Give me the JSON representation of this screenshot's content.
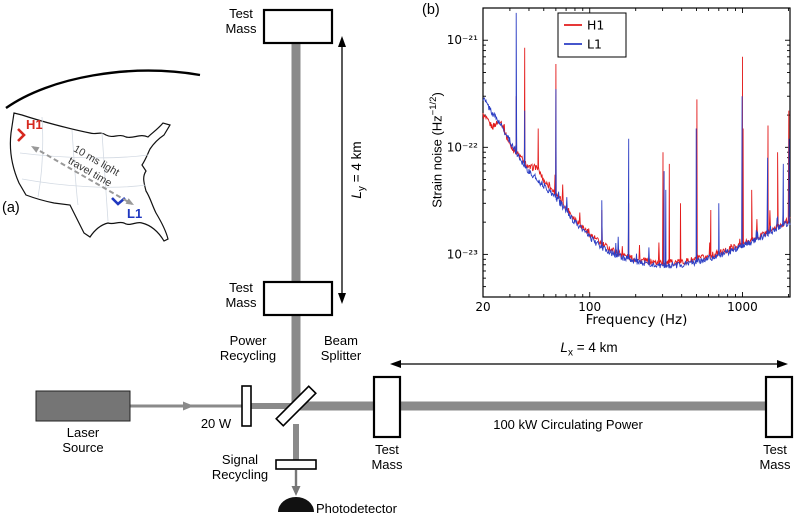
{
  "panel_a": {
    "label": "(a)",
    "h1": "H1",
    "l1": "L1",
    "travel_line1": "10 ms light",
    "travel_line2": "travel time",
    "h1_color": "#d6281e",
    "l1_color": "#2038c0"
  },
  "panel_b": {
    "label": "(b)"
  },
  "schematic": {
    "test_mass": "Test Mass",
    "laser_source": "Laser Source",
    "laser_power": "20 W",
    "power_recycling": "Power Recycling",
    "beam_splitter": "Beam Splitter",
    "signal_recycling": "Signal Recycling",
    "photodetector": "Photodetector",
    "circulating_power": "100 kW Circulating Power",
    "ly": {
      "sym": "L",
      "sub": "y",
      "rest": " = 4 km"
    },
    "lx": {
      "sym": "L",
      "sub": "x",
      "rest": " = 4 km"
    }
  },
  "chart_data": {
    "type": "line",
    "title": "",
    "xlabel": "Frequency (Hz)",
    "ylabel": "Strain noise (Hz^-1/2)",
    "ylabel_prefix": "Strain noise (Hz",
    "ylabel_sup": "−1/2",
    "ylabel_suffix": ")",
    "xscale": "log",
    "yscale": "log",
    "xlim": [
      20,
      2048
    ],
    "ylim": [
      4e-24,
      2e-21
    ],
    "grid": false,
    "legend_position": "top-center",
    "xticks": [
      {
        "value": 20,
        "label": "20"
      },
      {
        "value": 100,
        "label": "100"
      },
      {
        "value": 1000,
        "label": "1000"
      }
    ],
    "yticks": [
      {
        "value": 1e-21,
        "label": "10⁻²¹"
      },
      {
        "value": 1e-22,
        "label": "10⁻²²"
      },
      {
        "value": 1e-23,
        "label": "10⁻²³"
      }
    ],
    "series": [
      {
        "name": "H1",
        "color": "#e31b1b",
        "baseline": [
          [
            20,
            2e-22
          ],
          [
            23,
            1.55e-22
          ],
          [
            26,
            1.8e-22
          ],
          [
            30,
            1.05e-22
          ],
          [
            35,
            8.2e-23
          ],
          [
            40,
            6.4e-23
          ],
          [
            45,
            6.6e-23
          ],
          [
            50,
            4.9e-23
          ],
          [
            60,
            3.7e-23
          ],
          [
            70,
            2.75e-23
          ],
          [
            80,
            2.15e-23
          ],
          [
            90,
            1.8e-23
          ],
          [
            100,
            1.55e-23
          ],
          [
            120,
            1.25e-23
          ],
          [
            150,
            1.05e-23
          ],
          [
            180,
            9.4e-24
          ],
          [
            200,
            9e-24
          ],
          [
            250,
            8.5e-24
          ],
          [
            300,
            8.3e-24
          ],
          [
            400,
            8.5e-24
          ],
          [
            500,
            9e-24
          ],
          [
            600,
            9.6e-24
          ],
          [
            700,
            1.03e-23
          ],
          [
            800,
            1.1e-23
          ],
          [
            1000,
            1.25e-23
          ],
          [
            1200,
            1.4e-23
          ],
          [
            1500,
            1.65e-23
          ],
          [
            1800,
            1.9e-23
          ],
          [
            2048,
            2.1e-23
          ]
        ],
        "spikes": [
          [
            33,
            3e-22
          ],
          [
            37.5,
            8.5e-22
          ],
          [
            46,
            1.5e-22
          ],
          [
            60,
            6e-22
          ],
          [
            120,
            2.6e-23
          ],
          [
            180,
            3e-23
          ],
          [
            302,
            9e-23
          ],
          [
            332,
            7e-23
          ],
          [
            393,
            3e-23
          ],
          [
            503,
            2.8e-22
          ],
          [
            620,
            2.6e-23
          ],
          [
            1000,
            7e-22
          ],
          [
            1010,
            1.5e-22
          ],
          [
            1150,
            4e-23
          ],
          [
            1470,
            1.6e-22
          ],
          [
            1700,
            9e-23
          ],
          [
            2010,
            2.2e-22
          ]
        ]
      },
      {
        "name": "L1",
        "color": "#2c3ec4",
        "baseline": [
          [
            20,
            2.9e-22
          ],
          [
            23,
            2.1e-22
          ],
          [
            26,
            1.65e-22
          ],
          [
            30,
            1.15e-22
          ],
          [
            35,
            7.8e-23
          ],
          [
            40,
            5.9e-23
          ],
          [
            50,
            4.4e-23
          ],
          [
            60,
            3.4e-23
          ],
          [
            70,
            2.55e-23
          ],
          [
            80,
            2e-23
          ],
          [
            90,
            1.7e-23
          ],
          [
            100,
            1.45e-23
          ],
          [
            120,
            1.15e-23
          ],
          [
            150,
            9.8e-24
          ],
          [
            180,
            9e-24
          ],
          [
            200,
            8.6e-24
          ],
          [
            250,
            8e-24
          ],
          [
            300,
            7.8e-24
          ],
          [
            400,
            8e-24
          ],
          [
            500,
            8.5e-24
          ],
          [
            600,
            9.2e-24
          ],
          [
            700,
            9.8e-24
          ],
          [
            800,
            1.05e-23
          ],
          [
            1000,
            1.2e-23
          ],
          [
            1200,
            1.35e-23
          ],
          [
            1500,
            1.6e-23
          ],
          [
            1800,
            1.85e-23
          ],
          [
            2048,
            2e-23
          ]
        ],
        "spikes": [
          [
            33,
            1.8e-21
          ],
          [
            37.5,
            2.2e-22
          ],
          [
            60,
            3.5e-22
          ],
          [
            120,
            3.2e-23
          ],
          [
            180,
            1.2e-22
          ],
          [
            307,
            6e-23
          ],
          [
            315,
            4e-23
          ],
          [
            498,
            1.5e-22
          ],
          [
            700,
            3e-23
          ],
          [
            995,
            3e-22
          ],
          [
            1460,
            8e-23
          ],
          [
            1850,
            7e-23
          ],
          [
            2020,
            1.2e-22
          ]
        ]
      }
    ]
  }
}
